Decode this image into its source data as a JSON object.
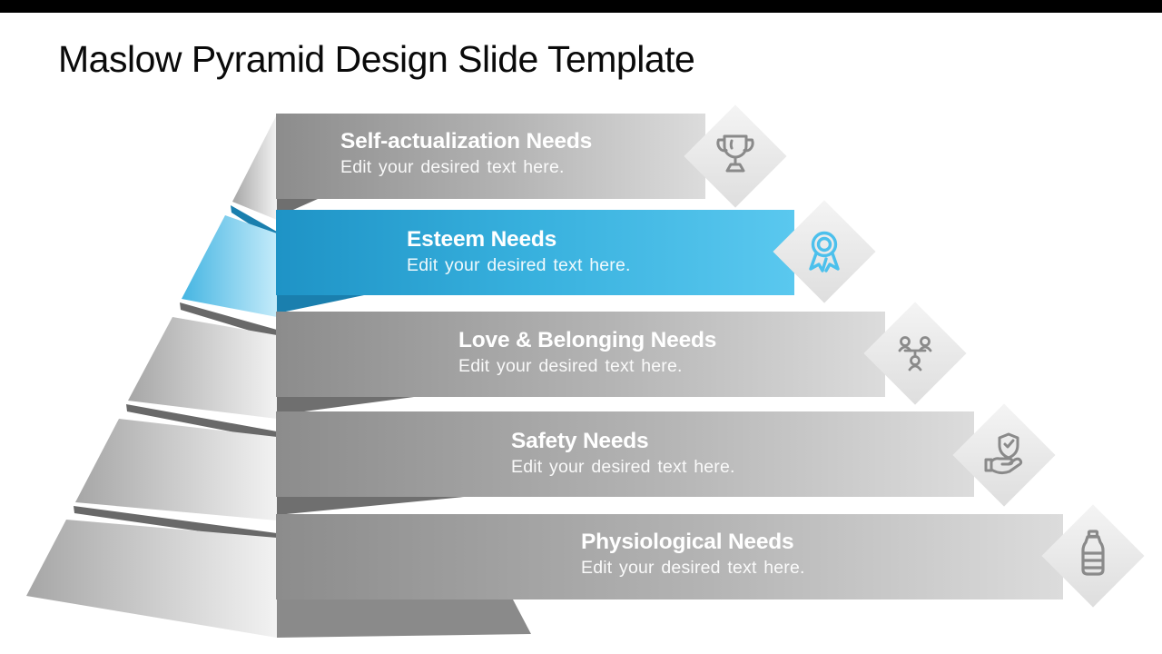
{
  "slide": {
    "title": "Maslow Pyramid Design Slide Template"
  },
  "colors": {
    "accent_blue_band_left": "#1e93c6",
    "accent_blue_band_right": "#5ac8ef",
    "accent_blue_face_light": "#bfe9f8",
    "accent_blue_lip_dark": "#1a7fae",
    "gray_band_left": "#8e8e8e",
    "gray_band_right": "#d9d9d9",
    "gray_lip_dark": "#696969",
    "diamond_fill": "#ececec",
    "icon_stroke_gray": "#8a8a8a",
    "icon_stroke_blue": "#4cc0ec",
    "letterbox": "#000000"
  },
  "pyramid": {
    "levels": [
      {
        "heading": "Self-actualization Needs",
        "body": "Edit your desired text here.",
        "icon": "trophy-icon",
        "highlighted": false
      },
      {
        "heading": "Esteem Needs",
        "body": "Edit your desired text here.",
        "icon": "medal-icon",
        "highlighted": true
      },
      {
        "heading": "Love & Belonging Needs",
        "body": "Edit your desired text here.",
        "icon": "team-icon",
        "highlighted": false
      },
      {
        "heading": "Safety Needs",
        "body": "Edit your desired text here.",
        "icon": "shield-hand-icon",
        "highlighted": false
      },
      {
        "heading": "Physiological Needs",
        "body": "Edit your desired text here.",
        "icon": "water-bottle-icon",
        "highlighted": false
      }
    ]
  }
}
